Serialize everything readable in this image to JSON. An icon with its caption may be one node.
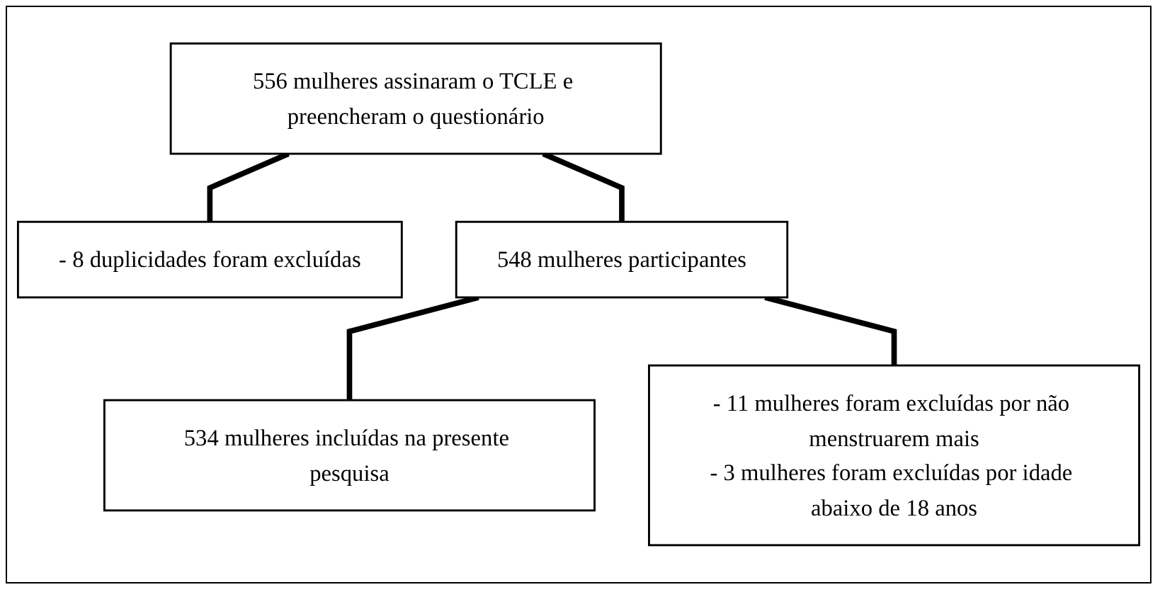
{
  "diagram": {
    "nodes": [
      {
        "text": [
          "556 mulheres assinaram o TCLE e preencheram o questionário"
        ]
      },
      {
        "text": [
          "- 8 duplicidades foram excluídas"
        ]
      },
      {
        "text": [
          "548 mulheres participantes"
        ]
      },
      {
        "text": [
          "- 11 mulheres foram excluídas por não menstruarem mais",
          "- 3 mulheres foram excluídas por idade abaixo de 18 anos"
        ]
      },
      {
        "text": [
          "534 mulheres incluídas na presente pesquisa"
        ]
      }
    ],
    "edges": [
      {
        "from": 0,
        "to": 2,
        "arrow": "none"
      },
      {
        "from": 0,
        "to": 1,
        "arrow": "none"
      },
      {
        "from": 2,
        "to": 4,
        "arrow": "none"
      },
      {
        "from": 2,
        "to": 3,
        "arrow": "none"
      }
    ]
  }
}
